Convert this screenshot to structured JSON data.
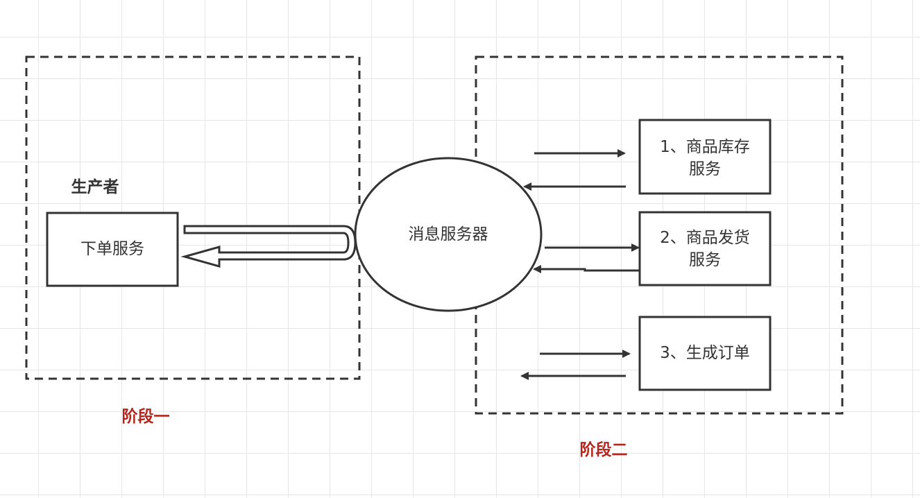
{
  "stage1": {
    "label": "阶段一",
    "producer_label": "生产者",
    "order_service": "下单服务"
  },
  "stage2": {
    "label": "阶段二",
    "services": [
      {
        "line1": "1、商品库存",
        "line2": "服务"
      },
      {
        "line1": "2、商品发货",
        "line2": "服务"
      },
      {
        "line1": "3、生成订单",
        "line2": ""
      }
    ]
  },
  "message_server": "消息服务器",
  "colors": {
    "stroke": "#333333",
    "stage_label": "#b3261e",
    "grid": "#e6e6e6"
  }
}
